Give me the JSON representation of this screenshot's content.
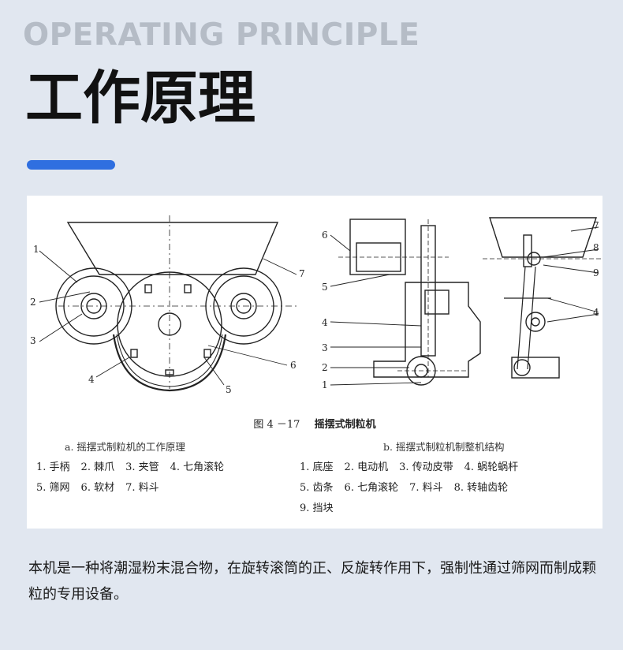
{
  "header": {
    "en_title": "OPERATING PRINCIPLE",
    "cn_title": "工作原理",
    "accent_color": "#2f6fe0"
  },
  "figure": {
    "number": "图 4 －17",
    "caption": "摇摆式制粒机",
    "subcaption_a": "a. 摇摆式制粒机的工作原理",
    "subcaption_b": "b. 摇摆式制粒机制整机结构",
    "diagram_a_labels": [
      "1",
      "2",
      "3",
      "4",
      "5",
      "6",
      "7"
    ],
    "diagram_b_labels": [
      "6",
      "5",
      "4",
      "3",
      "2",
      "1"
    ],
    "diagram_c_labels": [
      "7",
      "8",
      "9",
      "4"
    ],
    "legend_a": [
      [
        "1. 手柄",
        "2. 棘爪",
        "3. 夹管",
        "4. 七角滚轮"
      ],
      [
        "5. 筛网",
        "6. 软材",
        "7. 料斗"
      ]
    ],
    "legend_b": [
      [
        "1. 底座",
        "2. 电动机",
        "3. 传动皮带",
        "4. 蜗轮蜗杆"
      ],
      [
        "5. 齿条",
        "6. 七角滚轮",
        "7. 料斗",
        "8. 转轴齿轮"
      ],
      [
        "9. 挡块"
      ]
    ]
  },
  "description": "本机是一种将潮湿粉末混合物，在旋转滚筒的正、反旋转作用下，强制性通过筛网而制成颗粒的专用设备。"
}
